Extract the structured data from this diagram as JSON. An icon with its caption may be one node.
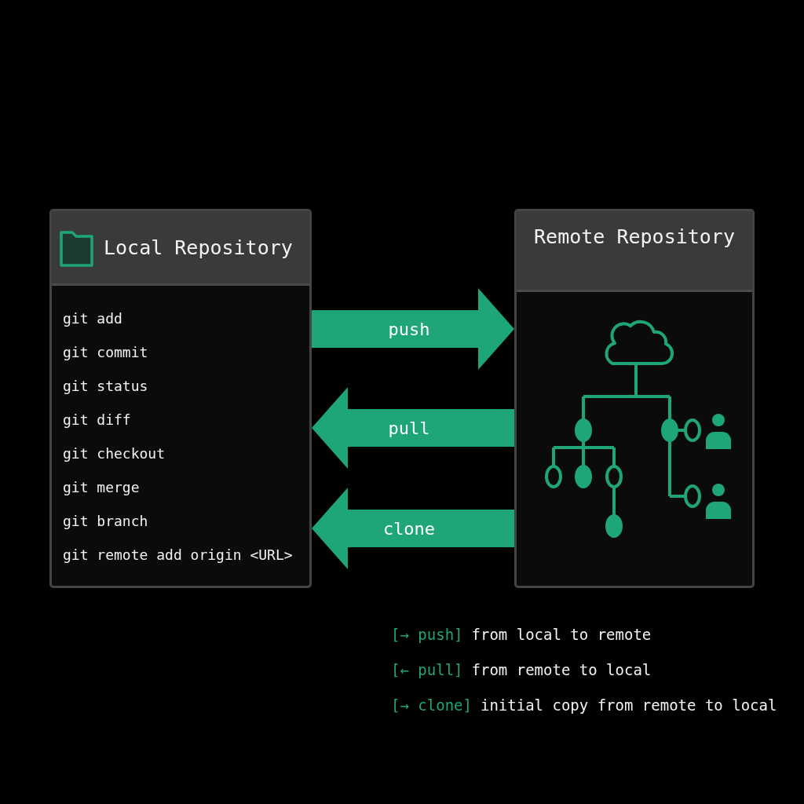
{
  "diagram": {
    "nodes": [
      {
        "text": [
          "Local Repository",
          "git add",
          "git commit",
          "git status",
          "git diff",
          "git checkout",
          "git merge",
          "git branch",
          "git remote add origin <URL>"
        ]
      },
      {
        "text": [
          "Remote Repository"
        ]
      }
    ],
    "edges": [
      {
        "from": 0,
        "to": 1,
        "arrow": "to",
        "label": "push"
      },
      {
        "from": 1,
        "to": 0,
        "arrow": "to",
        "label": "pull"
      },
      {
        "from": 1,
        "to": 0,
        "arrow": "to",
        "label": "clone"
      }
    ],
    "labels": [
      "[→ push]",
      "from local to remote",
      "[← pull]",
      "from remote to local",
      "[→ clone]",
      "initial copy from remote to local"
    ]
  }
}
